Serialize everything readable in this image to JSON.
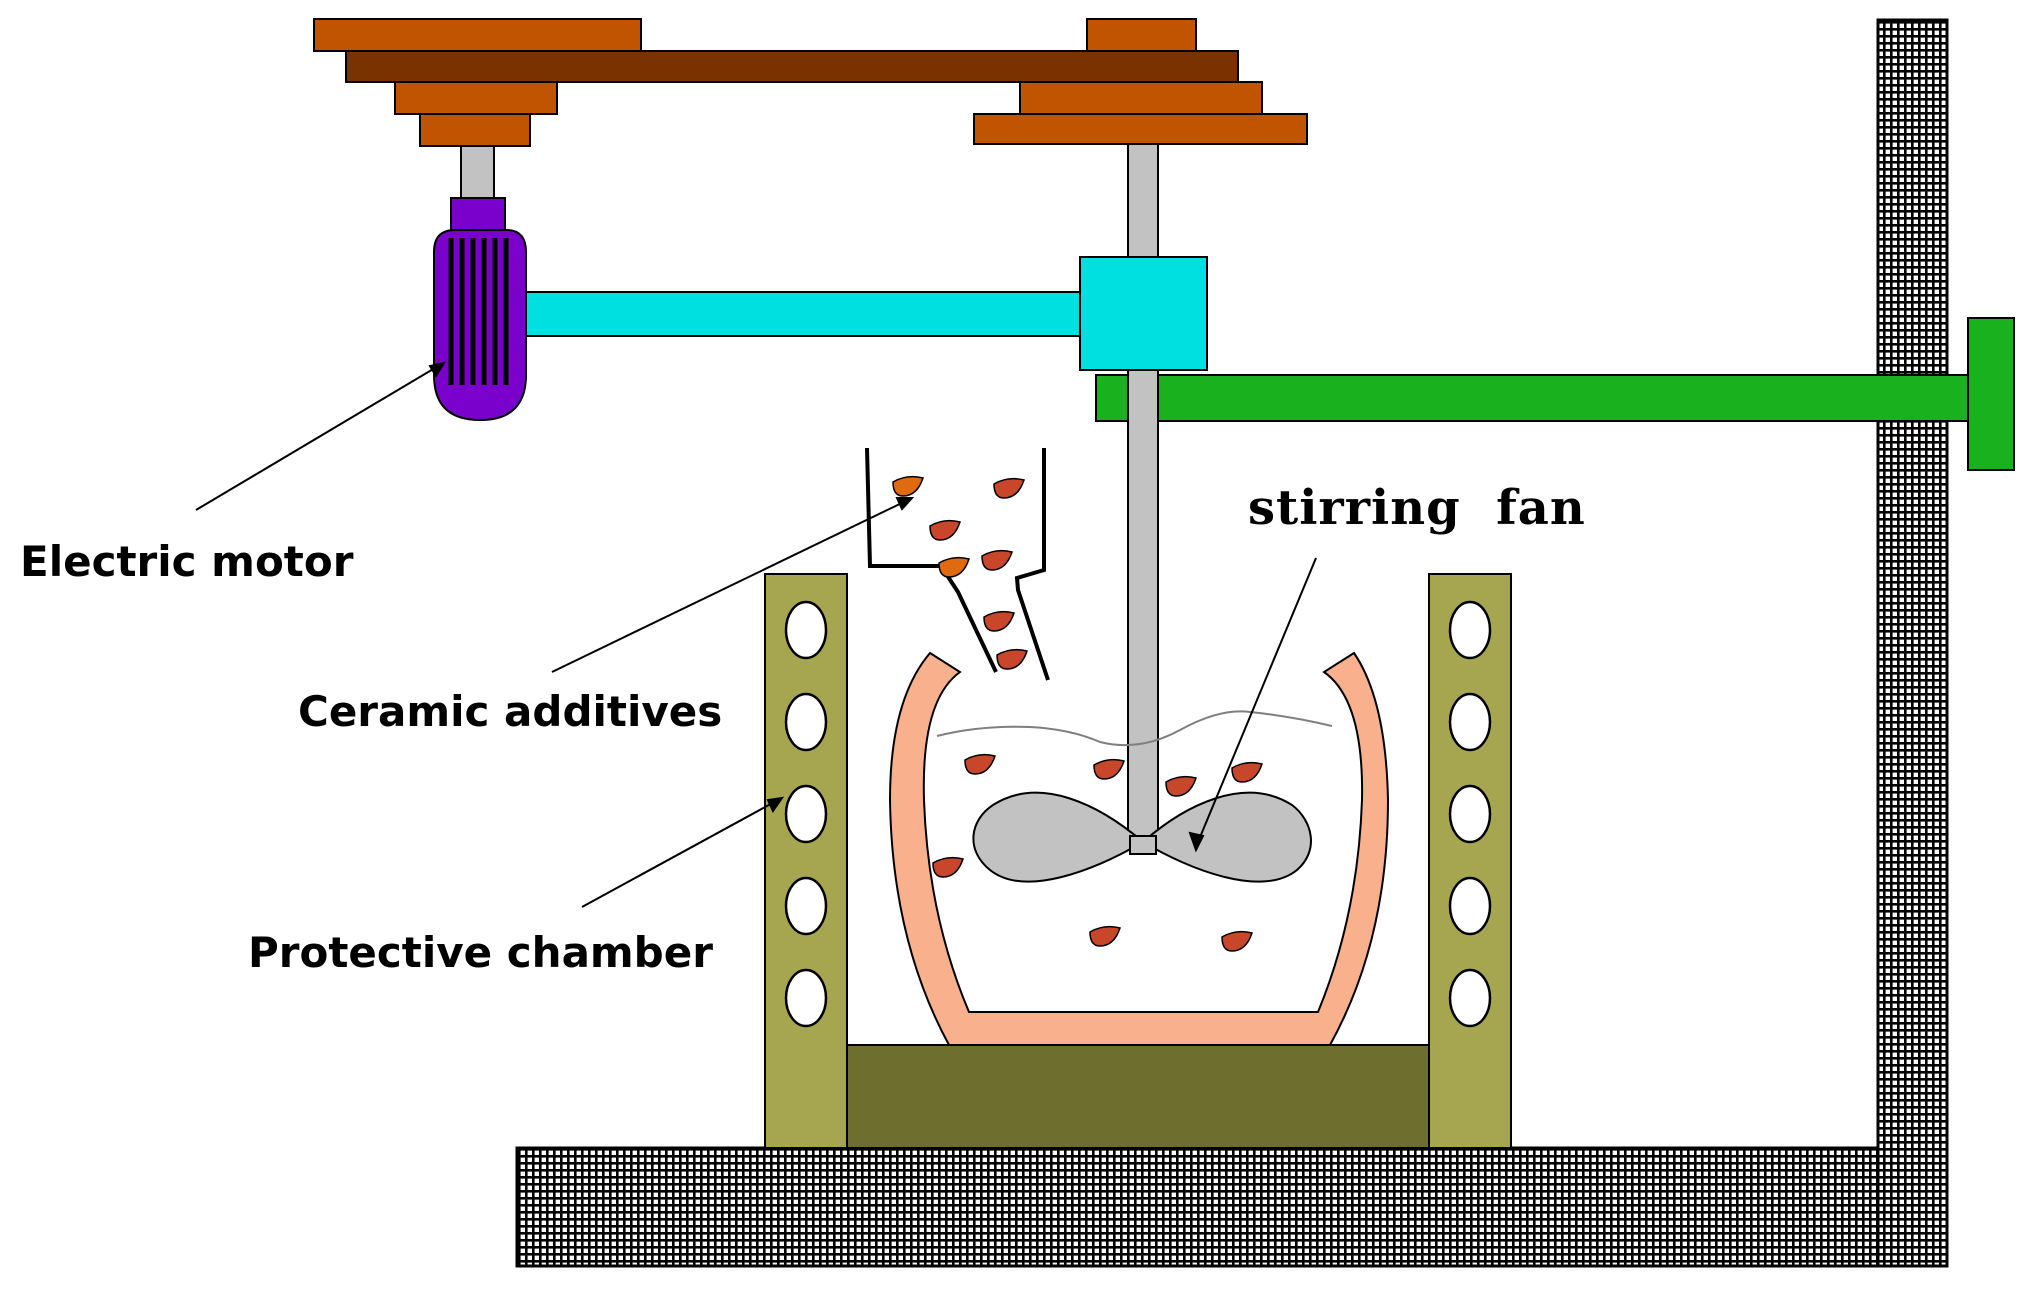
{
  "labels": {
    "electric_motor": "Electric motor",
    "ceramic_additives": "Ceramic additives",
    "protective_chamber": "Protective chamber",
    "stirring_fan": "stirring  fan"
  },
  "colors": {
    "belt": "#7a3300",
    "pulley": "#c05400",
    "motor": "#7a00cc",
    "motor_arm": "#00e0e0",
    "support_arm": "#19b21e",
    "shaft": "#c2c2c2",
    "crucible": "#f9b08d",
    "protective_chamber": "#a7a650",
    "chamber_base": "#6e6e2e",
    "particles": "#c8462a",
    "particles_highlight": "#e06a10",
    "frame_hatch": "#000000"
  }
}
